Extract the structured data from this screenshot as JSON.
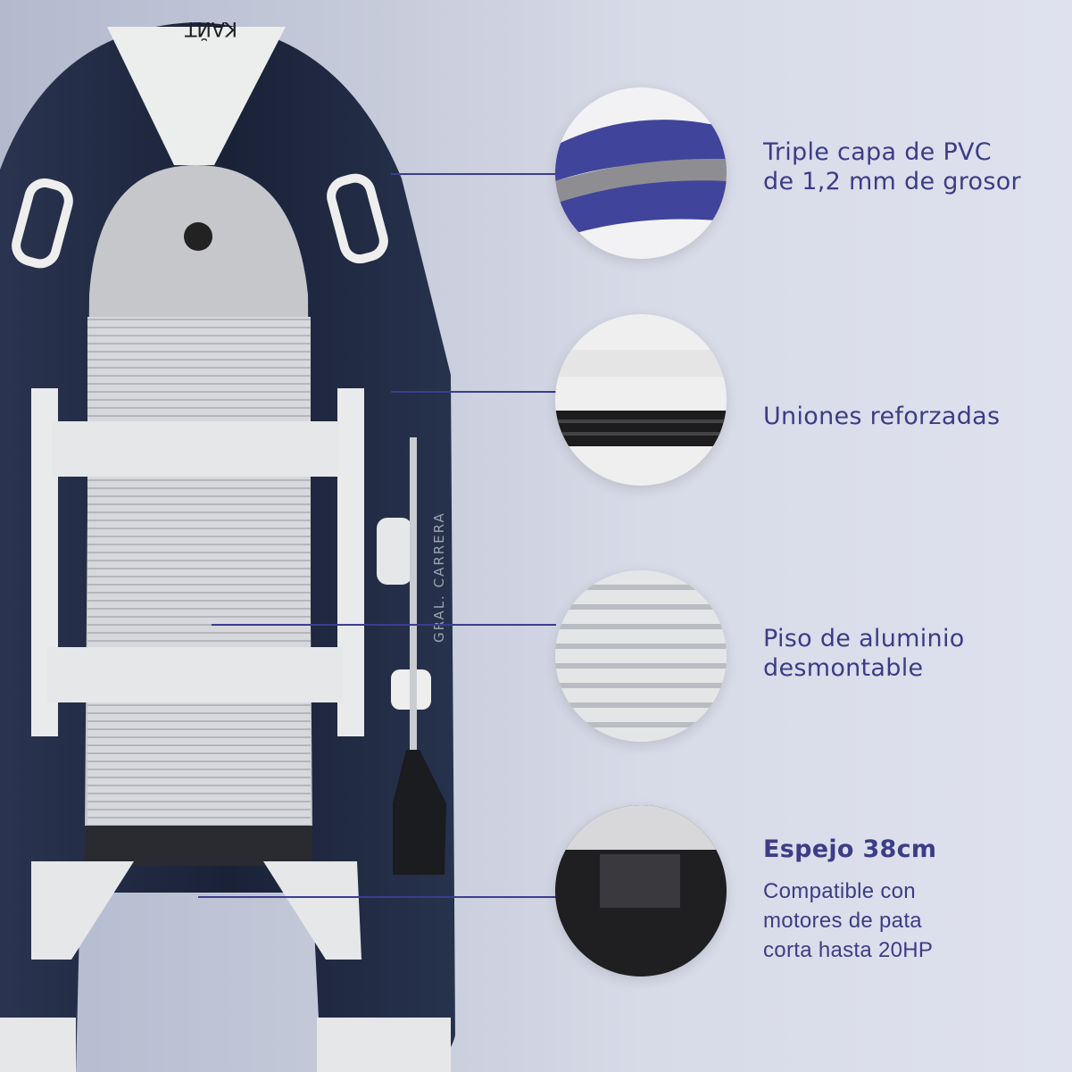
{
  "logo_text": "KAЙT",
  "side_text": "GRAL. CARRERA",
  "colors": {
    "text": "#3b3d86",
    "hull": "#1d2740",
    "accent_line": "#3b3e8e",
    "background": "#d7dae7"
  },
  "features": [
    {
      "title_lines": [
        "Triple capa de PVC",
        "de 1,2 mm de grosor"
      ],
      "image": "pvc-layers"
    },
    {
      "title_lines": [
        "Uniones reforzadas"
      ],
      "image": "reinforced-seams"
    },
    {
      "title_lines": [
        "Piso de aluminio",
        "desmontable"
      ],
      "image": "aluminum-floor"
    },
    {
      "title": "Espejo 38cm",
      "subtitle_lines": [
        "Compatible con",
        "motores de pata",
        "corta hasta 20HP"
      ],
      "image": "transom"
    }
  ]
}
